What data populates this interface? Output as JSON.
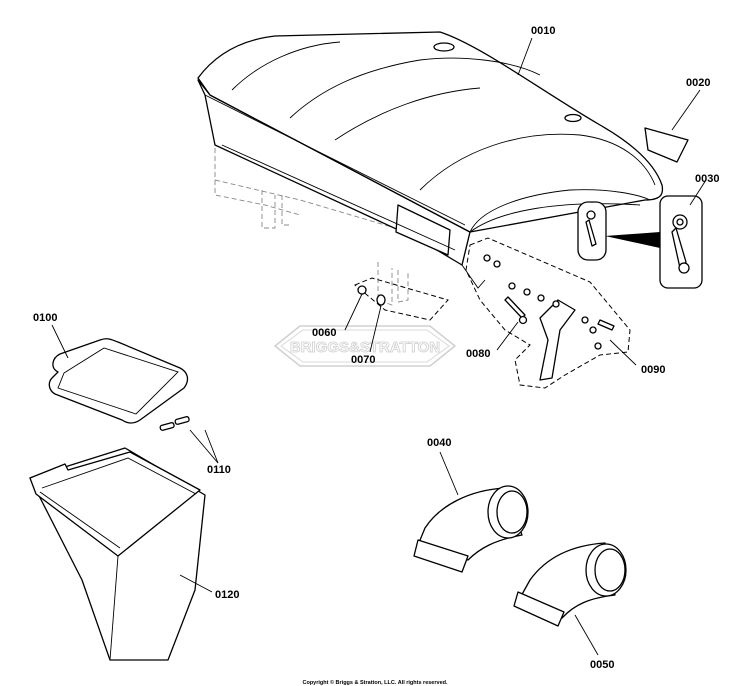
{
  "watermark": {
    "text": "BRIGGS&STRATTON"
  },
  "copyright": "Copyright © Briggs & Stratton, LLC. All rights reserved.",
  "callouts": [
    {
      "id": "c0010",
      "label": "0010"
    },
    {
      "id": "c0020",
      "label": "0020"
    },
    {
      "id": "c0030",
      "label": "0030"
    },
    {
      "id": "c0040",
      "label": "0040"
    },
    {
      "id": "c0050",
      "label": "0050"
    },
    {
      "id": "c0060",
      "label": "0060"
    },
    {
      "id": "c0070",
      "label": "0070"
    },
    {
      "id": "c0080",
      "label": "0080"
    },
    {
      "id": "c0090",
      "label": "0090"
    },
    {
      "id": "c0100",
      "label": "0100"
    },
    {
      "id": "c0110",
      "label": "0110"
    },
    {
      "id": "c0120",
      "label": "0120"
    }
  ]
}
